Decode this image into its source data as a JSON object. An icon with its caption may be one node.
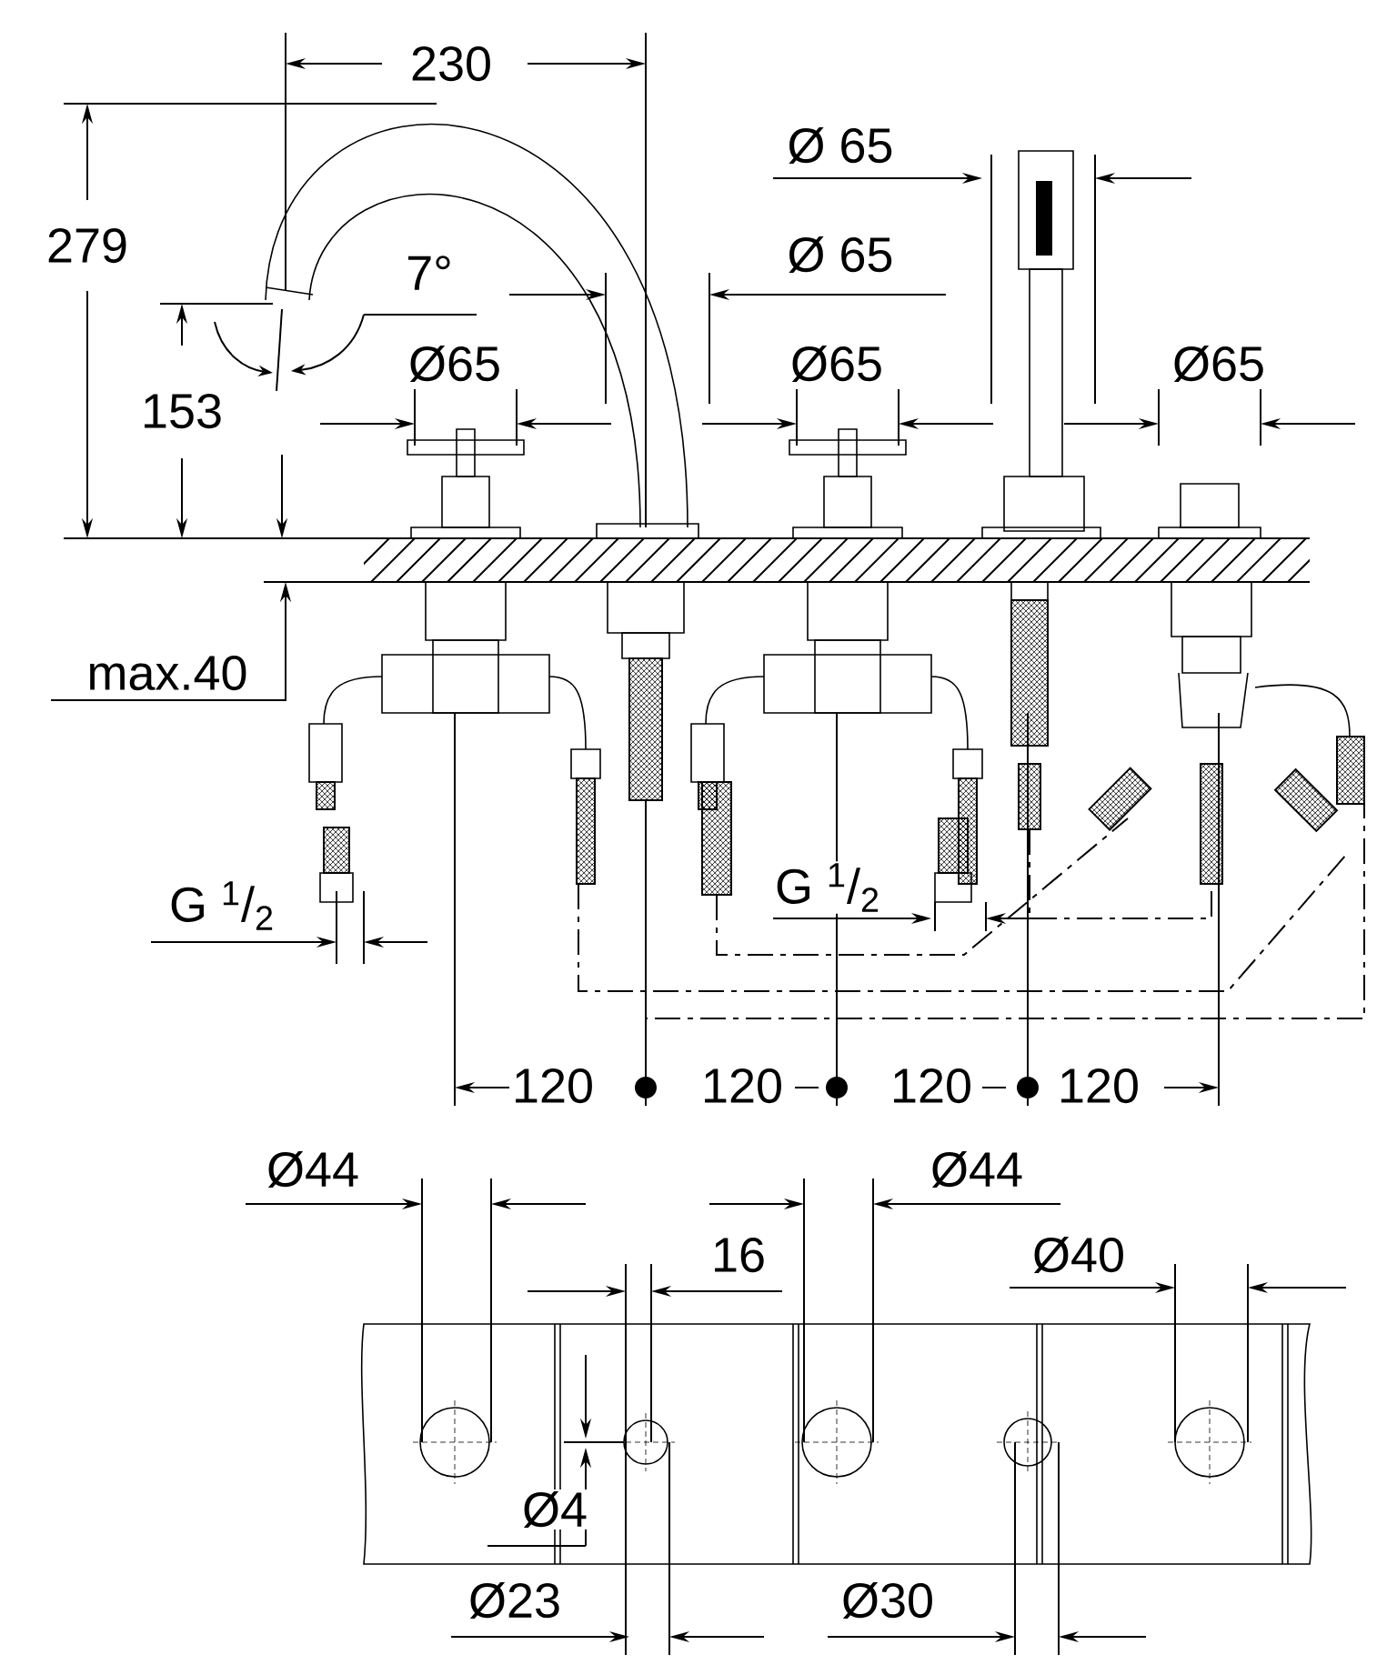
{
  "diagram": {
    "labels": [
      "230",
      "279",
      "Ø 65",
      "Ø 65",
      "7°",
      "Ø65",
      "Ø65",
      "Ø65",
      "153",
      "max.40",
      "G $^{1}$/$_{2}$",
      "G $^{1}$/$_{2}$",
      "120",
      "120",
      "120",
      "120",
      "Ø44",
      "Ø44",
      "16",
      "Ø40",
      "Ø4",
      "Ø23",
      "Ø30"
    ]
  }
}
